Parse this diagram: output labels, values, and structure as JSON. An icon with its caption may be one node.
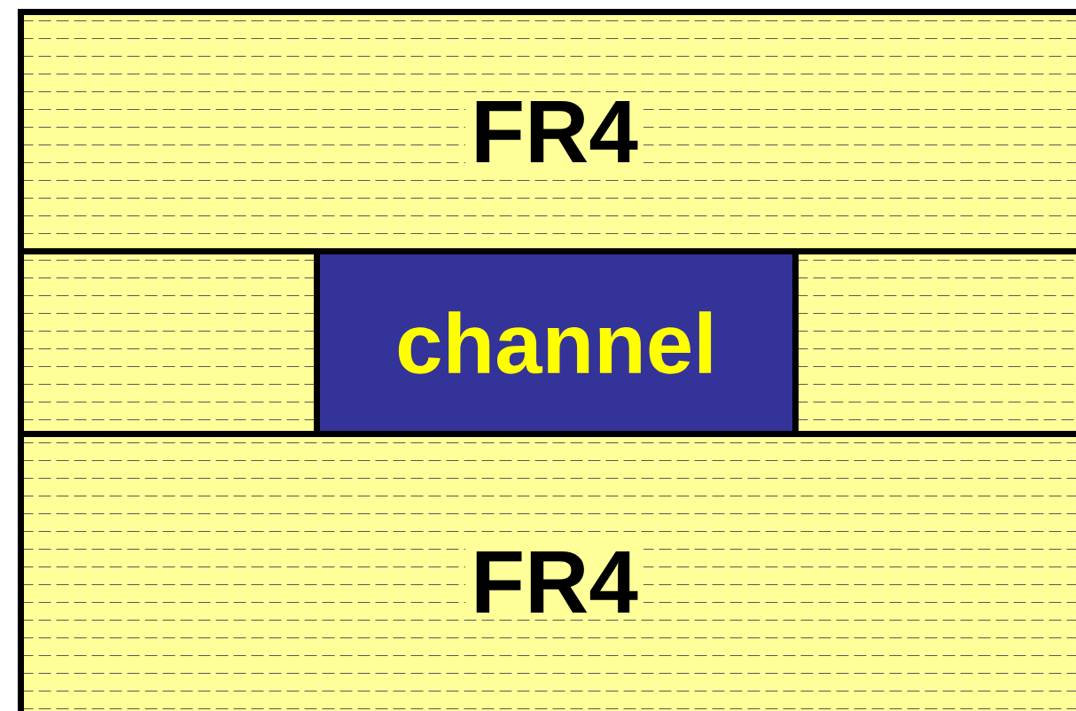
{
  "diagram": {
    "nodes": [
      {
        "text": [
          "FR4"
        ]
      },
      {
        "text": [],
        "shape": "box"
      },
      {
        "text": [
          "channel"
        ]
      },
      {
        "text": [],
        "shape": "box"
      },
      {
        "text": [
          "FR4"
        ]
      }
    ]
  }
}
